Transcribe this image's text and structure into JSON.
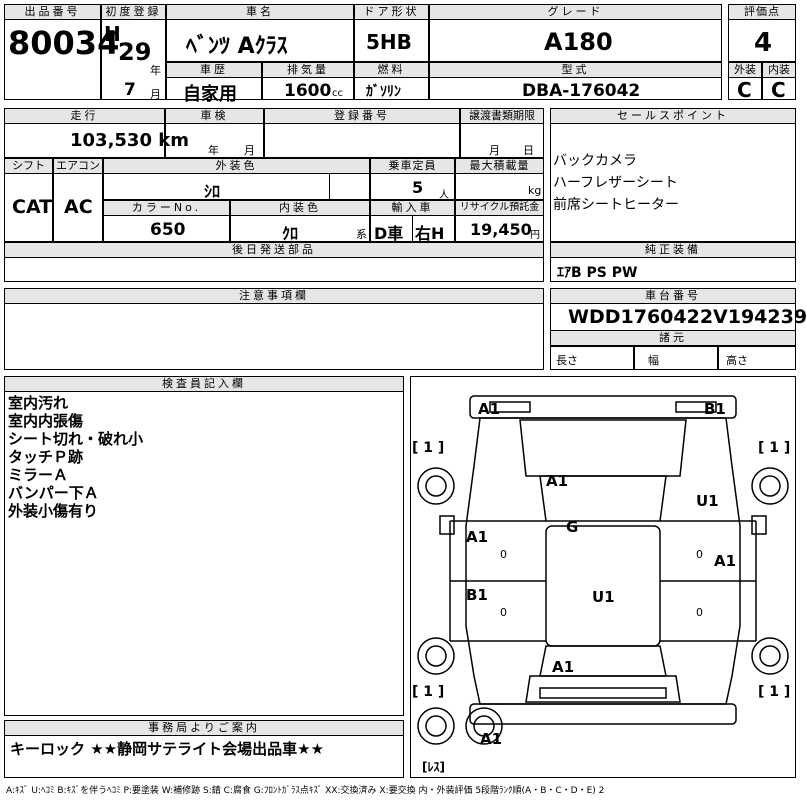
{
  "headers": {
    "lot_no": "出品番号",
    "first_reg": "初度登録",
    "car_name": "車名",
    "door": "ドア形状",
    "grade": "グレード",
    "score": "評価点",
    "history": "車歴",
    "displacement": "排気量",
    "fuel": "燃料",
    "model": "型式",
    "ext": "外装",
    "int": "内装",
    "mileage": "走行",
    "inspection": "車検",
    "reg_no": "登録番号",
    "transfer_docs": "譲渡書類期限",
    "sales_points": "セールスポイント",
    "shift": "シフト",
    "ac": "エアコン",
    "ext_color": "外装色",
    "capacity": "乗車定員",
    "max_load": "最大積載量",
    "color_no": "カラーNo.",
    "int_color": "内装色",
    "import": "輸入車",
    "recycle": "リサイクル預託金",
    "later_parts": "後日発送部品",
    "genuine": "純正装備",
    "notes": "注意事項欄",
    "chassis": "車台番号",
    "specs": "諸元",
    "inspector": "検査員記入欄",
    "office": "事務局よりご案内"
  },
  "values": {
    "lot_no": "80034",
    "era": "H",
    "year": "29",
    "year_unit": "年",
    "month": "7",
    "month_unit": "月",
    "car_name": "ﾍﾞﾝﾂ Aｸﾗｽ",
    "door": "5HB",
    "grade": "A180",
    "score": "4",
    "history": "自家用",
    "displacement": "1600",
    "displacement_unit": "cc",
    "fuel": "ｶﾞｿﾘﾝ",
    "model": "DBA-176042",
    "ext_score": "C",
    "int_score": "C",
    "mileage": "103,530 km",
    "insp_year": "年",
    "insp_month": "月",
    "doc_month": "月",
    "doc_day": "日",
    "shift": "CAT",
    "ac": "AC",
    "ext_color": "ｼﾛ",
    "capacity": "5",
    "capacity_unit": "人",
    "load_unit": "kg",
    "color_no": "650",
    "int_color": "ｸﾛ",
    "int_color_unit": "系",
    "import_type": "D車",
    "steering": "右H",
    "recycle": "19,450",
    "recycle_unit": "円",
    "genuine": "ｴｱB PS PW",
    "chassis": "WDD1760422V194239",
    "spec_len": "長さ",
    "spec_wid": "幅",
    "spec_hei": "高さ",
    "office_note": "キーロック ★★静岡サテライト会場出品車★★"
  },
  "sales_points": [
    "バックカメラ",
    "ハーフレザーシート",
    "前席シートヒーター"
  ],
  "inspector_notes": [
    "室内汚れ",
    "室内内張傷",
    "シート切れ・破れ小",
    "タッチＰ跡",
    "ミラーＡ",
    "バンパー下Ａ",
    "外装小傷有り"
  ],
  "diagram_marks": {
    "front_left": "A1",
    "front_right": "B1",
    "hood": "A1",
    "fender_right": "U1",
    "roof_glass": "G",
    "door_fl": "A1",
    "door_fr": "A1",
    "door_rl": "B1",
    "roof": "U1",
    "trunk": "A1",
    "rear_bumper": "A1",
    "tire_fl": "[ 1 ]",
    "tire_fr": "[ 1 ]",
    "tire_rl": "[ 1 ]",
    "tire_rr": "[ 1 ]",
    "spare": "[ﾚｽ]",
    "zero_marks": "0"
  },
  "legend": "A:ｷｽﾞ U:ﾍｺﾐ B:ｷｽﾞを伴うﾍｺﾐ P:要塗装 W:補修跡 S:錆 C:腐食 G:ﾌﾛﾝﾄｶﾞﾗｽ点ｷｽﾞ XX:交換済み X:要交換 内・外装評価 5段階ﾗﾝｸ順(A・B・C・D・E) 2"
}
